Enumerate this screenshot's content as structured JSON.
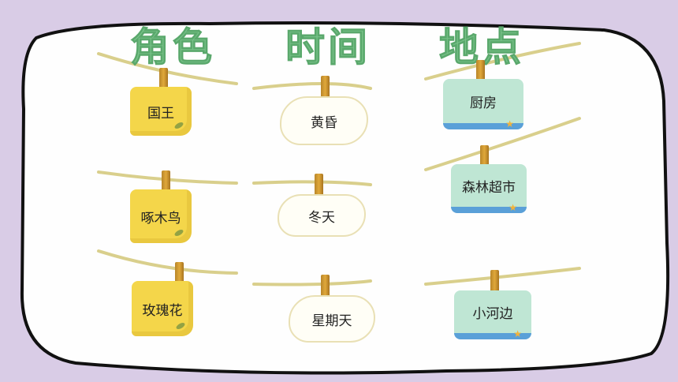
{
  "headings": {
    "characters": "角色",
    "time": "时间",
    "place": "地点"
  },
  "characters": [
    "国王",
    "啄木鸟",
    "玫瑰花"
  ],
  "times": [
    "黄昏",
    "冬天",
    "星期天"
  ],
  "places": [
    "厨房",
    "森林超市",
    "小河边"
  ],
  "colors": {
    "background": "#d9cce6",
    "heading": "#79c38a",
    "yellow_tag": "#f4d64a",
    "cloud_tag": "#fffef6",
    "mint_tag": "#bfe6d4",
    "mint_stripe": "#5aa0d8",
    "rope": "#d9cf8c",
    "pin": "#d49a34"
  }
}
